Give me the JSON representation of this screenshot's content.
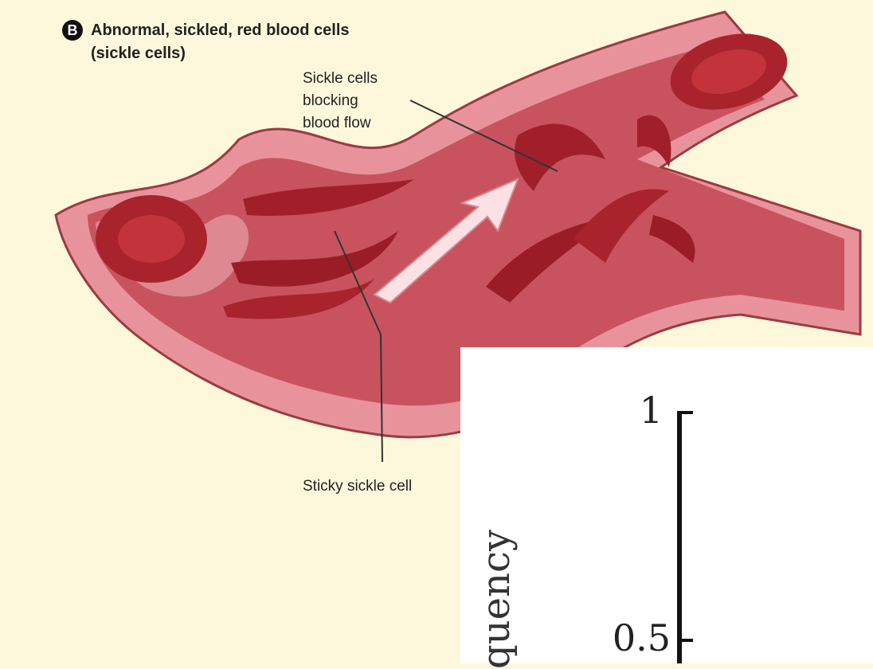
{
  "illustration": {
    "badge": "B",
    "title_line1": "Abnormal, sickled, red blood cells",
    "title_line2": "(sickle cells)",
    "blocking_line1": "Sickle cells",
    "blocking_line2": "blocking",
    "blocking_line3": "blood flow",
    "sticky_label": "Sticky sickle cell"
  },
  "inset_chart": {
    "ylabel": "quency",
    "ticks": [
      "1",
      "0.5"
    ]
  },
  "colors": {
    "background": "#fdf8dc",
    "vessel_outer": "#e58f98",
    "vessel_inner": "#c5545f",
    "cell": "#a8232c"
  }
}
